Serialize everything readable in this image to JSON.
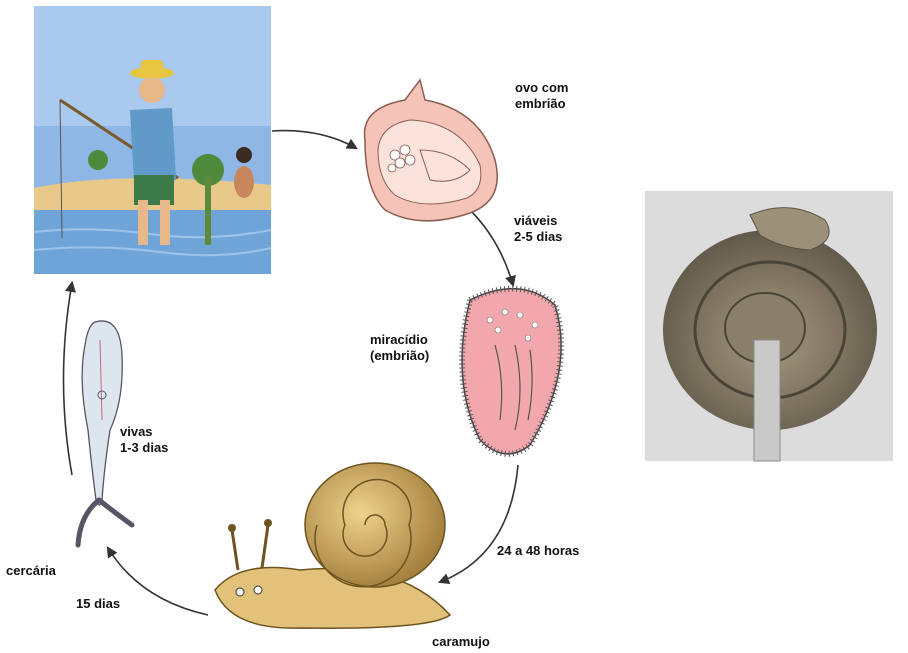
{
  "labels": {
    "egg": [
      "ovo com",
      "embrião"
    ],
    "egg_viability": [
      "viáveis",
      "2-5 dias"
    ],
    "miracidium": [
      "miracídio",
      "(embrião)"
    ],
    "miracidium_time": "24 a 48 horas",
    "snail": "caramujo",
    "snail_time": "15 dias",
    "cercaria": "cercária",
    "cercaria_alive": [
      "vivas",
      "1-3 dias"
    ]
  },
  "colors": {
    "arrow": "#333333",
    "sky": "#8fb7e6",
    "water": "#6fa4d8",
    "sand": "#e9c98a",
    "egg_fill": "#f6c3b9",
    "snail_shell": "#c9a150",
    "snail_body": "#e2c27a",
    "photo_bg": "#dcdcdc"
  },
  "icons": [
    "fisherman-scene-illustration",
    "egg-illustration",
    "miracidium-illustration",
    "snail-illustration",
    "cercaria-illustration",
    "snail-photo"
  ]
}
